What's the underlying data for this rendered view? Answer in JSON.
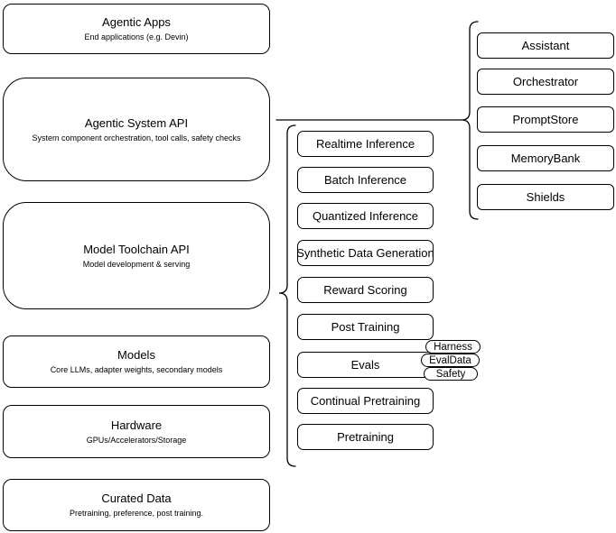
{
  "diagram": {
    "stack_layers": [
      {
        "title": "Agentic Apps",
        "subtitle": "End applications (e.g. Devin)"
      },
      {
        "title": "Agentic System API",
        "subtitle": "System component orchestration, tool calls, safety checks"
      },
      {
        "title": "Model Toolchain API",
        "subtitle": "Model development & serving"
      },
      {
        "title": "Models",
        "subtitle": "Core LLMs, adapter weights, secondary models"
      },
      {
        "title": "Hardware",
        "subtitle": "GPUs/Accelerators/Storage"
      },
      {
        "title": "Curated Data",
        "subtitle": "Pretraining, preference, post training."
      }
    ],
    "toolchain_services": [
      "Realtime Inference",
      "Batch Inference",
      "Quantized Inference",
      "Synthetic Data Generation",
      "Reward Scoring",
      "Post Training",
      "Evals",
      "Continual Pretraining",
      "Pretraining"
    ],
    "evals_tags": [
      "Harness",
      "EvalData",
      "Safety"
    ],
    "system_components": [
      "Assistant",
      "Orchestrator",
      "PromptStore",
      "MemoryBank",
      "Shields"
    ],
    "colors": {
      "stroke": "#000000",
      "fill": "#ffffff",
      "text": "#000000"
    }
  }
}
